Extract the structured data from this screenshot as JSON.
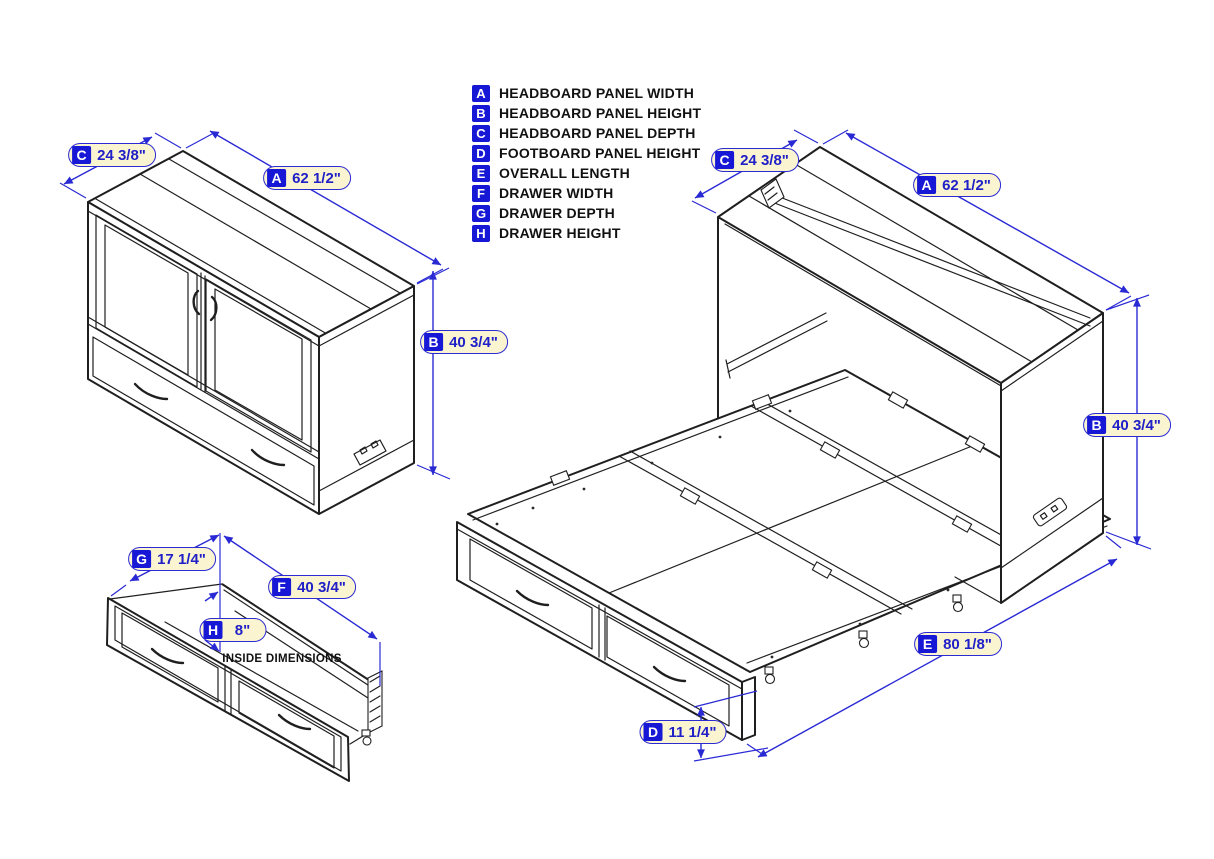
{
  "legend": {
    "items": [
      {
        "letter": "A",
        "label": "HEADBOARD PANEL WIDTH"
      },
      {
        "letter": "B",
        "label": "HEADBOARD PANEL HEIGHT"
      },
      {
        "letter": "C",
        "label": "HEADBOARD PANEL DEPTH"
      },
      {
        "letter": "D",
        "label": "FOOTBOARD PANEL HEIGHT"
      },
      {
        "letter": "E",
        "label": "OVERALL LENGTH"
      },
      {
        "letter": "F",
        "label": "DRAWER WIDTH"
      },
      {
        "letter": "G",
        "label": "DRAWER DEPTH"
      },
      {
        "letter": "H",
        "label": "DRAWER HEIGHT"
      }
    ]
  },
  "dims": {
    "closed": {
      "c": {
        "letter": "C",
        "value": "24 3/8\""
      },
      "a": {
        "letter": "A",
        "value": "62 1/2\""
      },
      "b": {
        "letter": "B",
        "value": "40 3/4\""
      }
    },
    "open": {
      "c": {
        "letter": "C",
        "value": "24 3/8\""
      },
      "a": {
        "letter": "A",
        "value": "62 1/2\""
      },
      "b": {
        "letter": "B",
        "value": "40 3/4\""
      },
      "e": {
        "letter": "E",
        "value": "80 1/8\""
      },
      "d": {
        "letter": "D",
        "value": "11 1/4\""
      }
    },
    "drawer": {
      "g": {
        "letter": "G",
        "value": "17 1/4\""
      },
      "f": {
        "letter": "F",
        "value": "40 3/4\""
      },
      "h": {
        "letter": "H",
        "value": "8\""
      },
      "note": "INSIDE DIMENSIONS"
    }
  },
  "colors": {
    "background": "#ffffff",
    "line_art": "#1f1f1f",
    "dimension_blue": "#2a2ad4",
    "letter_box_blue": "#1717d6",
    "label_background": "#fbf4d1",
    "label_text_blue": "#2020c8"
  }
}
